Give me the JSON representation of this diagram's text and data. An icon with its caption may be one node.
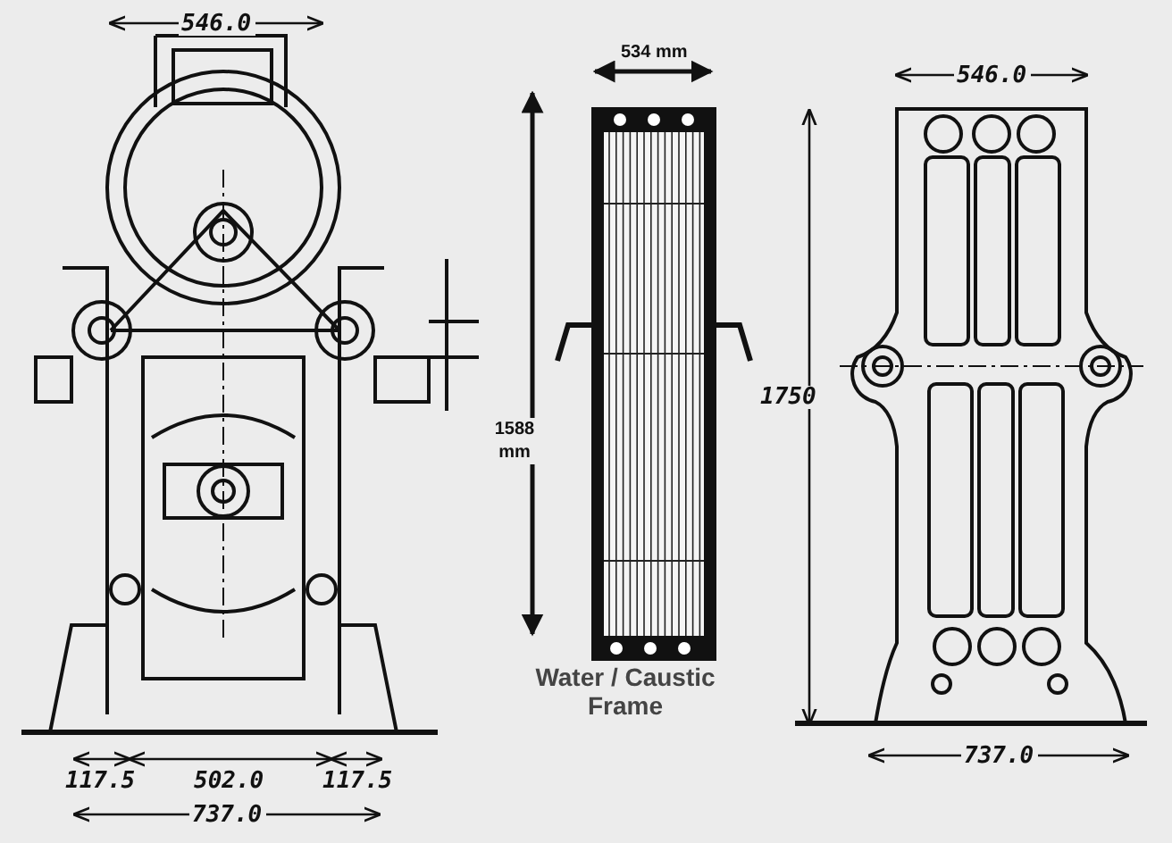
{
  "diagram": {
    "labels": [
      "546.0",
      "534 mm",
      "546.0",
      "1750",
      "1588 mm",
      "Water / Caustic Frame",
      "737.0",
      "117.5",
      "502.0",
      "117.5",
      "737.0"
    ]
  }
}
